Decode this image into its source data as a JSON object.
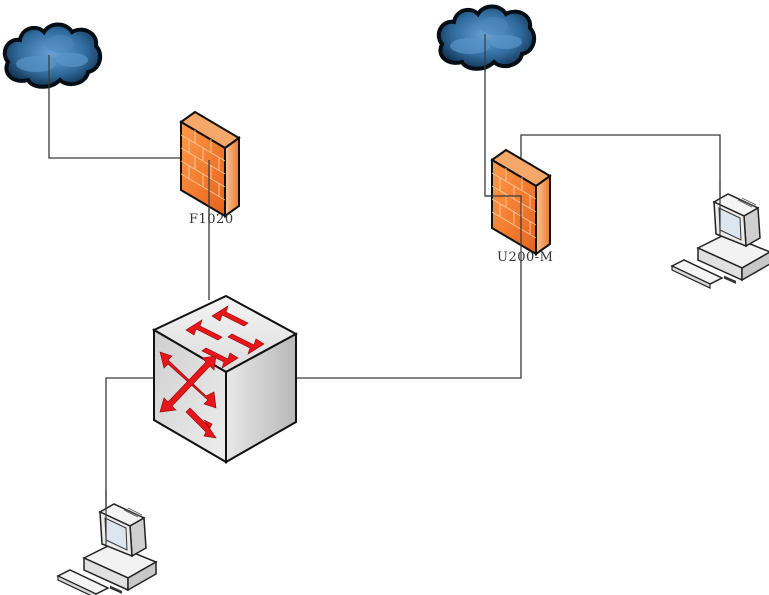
{
  "diagram": {
    "title": "",
    "nodes": [
      {
        "id": "cloud-left",
        "type": "cloud",
        "label": ""
      },
      {
        "id": "cloud-right",
        "type": "cloud",
        "label": ""
      },
      {
        "id": "firewall-f1020",
        "type": "firewall",
        "label": "F1020"
      },
      {
        "id": "firewall-u200m",
        "type": "firewall",
        "label": "U200-M"
      },
      {
        "id": "core-switch",
        "type": "switch",
        "label": ""
      },
      {
        "id": "pc-left",
        "type": "workstation",
        "label": ""
      },
      {
        "id": "pc-right",
        "type": "workstation",
        "label": ""
      }
    ],
    "links": [
      {
        "from": "cloud-left",
        "to": "firewall-f1020"
      },
      {
        "from": "firewall-f1020",
        "to": "core-switch"
      },
      {
        "from": "cloud-right",
        "to": "firewall-u200m"
      },
      {
        "from": "firewall-u200m",
        "to": "pc-right"
      },
      {
        "from": "core-switch",
        "to": "firewall-u200m"
      },
      {
        "from": "core-switch",
        "to": "pc-left"
      }
    ],
    "colors": {
      "firewall": "#f07a2a",
      "cloud": "#3d79b0",
      "switch_arrows": "#e8161b",
      "line": "#3a3a3a"
    }
  }
}
